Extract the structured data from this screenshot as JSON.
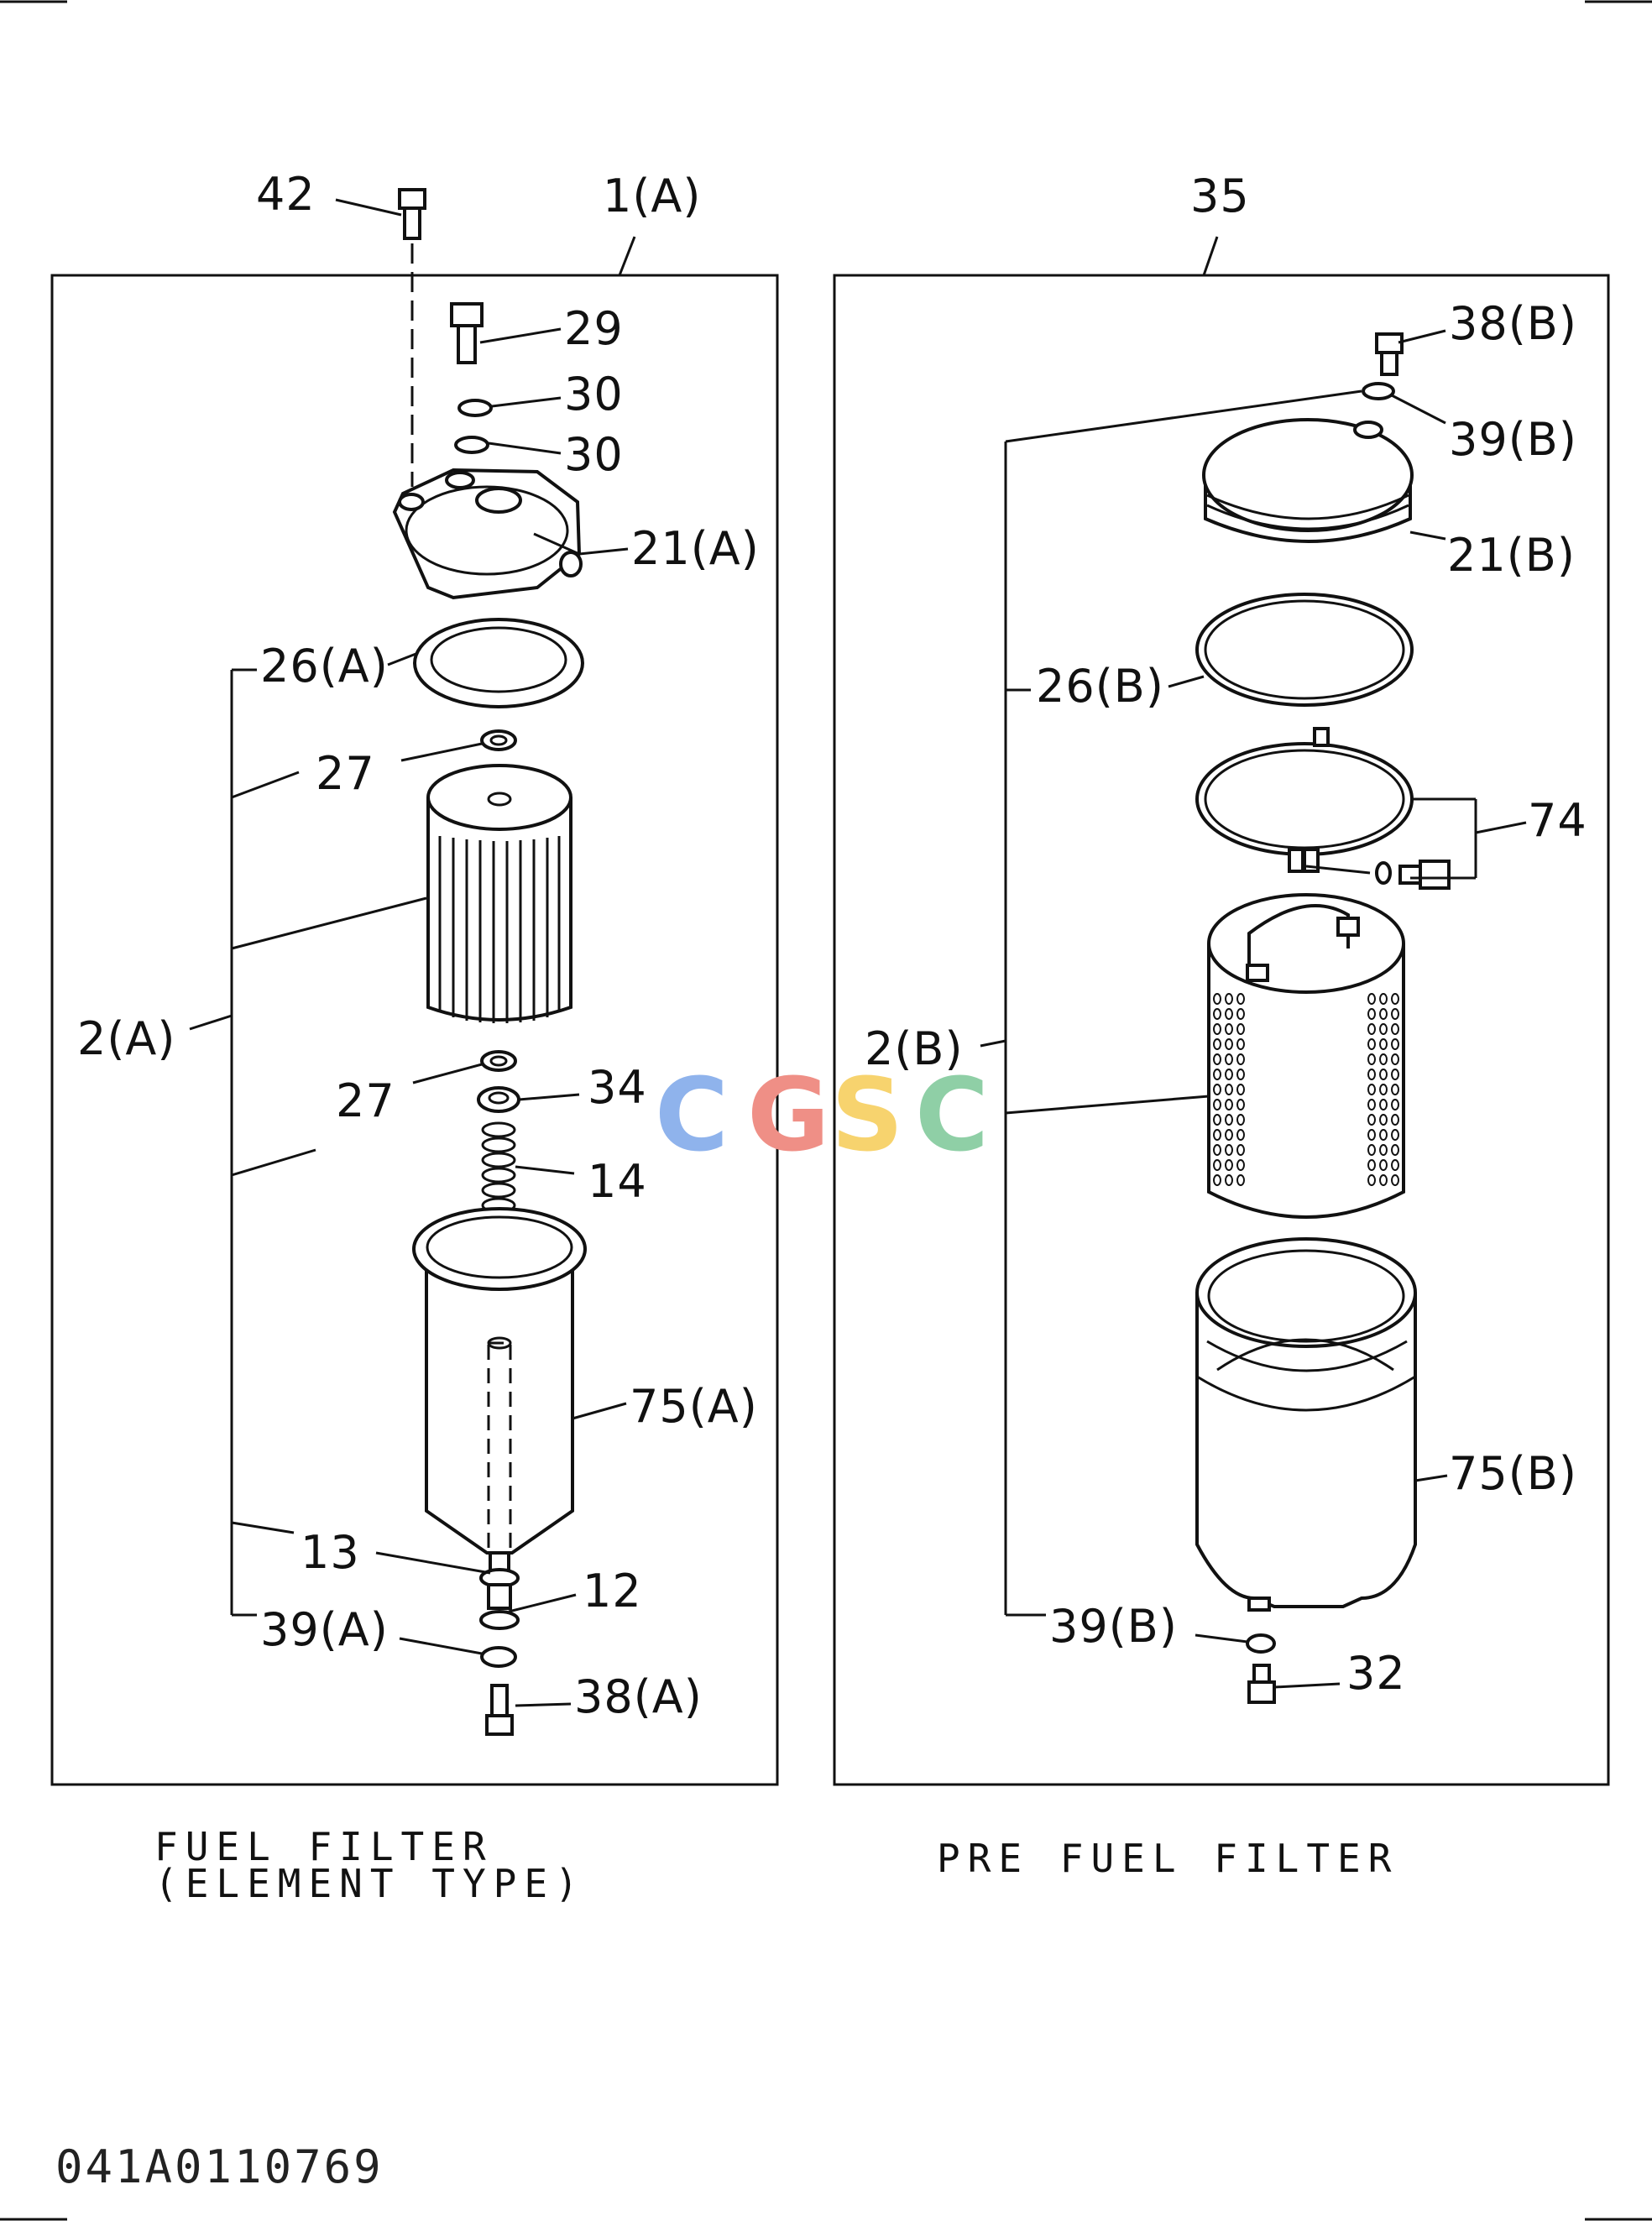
{
  "watermark": {
    "letters": [
      "C",
      "G",
      "S",
      "C"
    ],
    "colors": [
      "#8fb3ec",
      "#ef8f86",
      "#f7d36e",
      "#8fcfa6"
    ]
  },
  "drawing_code": "041A0110769",
  "left_panel": {
    "caption_line1": "FUEL FILTER",
    "caption_line2": "(ELEMENT TYPE)",
    "callouts": {
      "p42": "42",
      "p1a": "1(A)",
      "p29": "29",
      "p30a": "30",
      "p30b": "30",
      "p21a": "21(A)",
      "p26a": "26(A)",
      "p27a": "27",
      "p2a": "2(A)",
      "p27b": "27",
      "p34": "34",
      "p14": "14",
      "p75a": "75(A)",
      "p13": "13",
      "p12": "12",
      "p39a": "39(A)",
      "p38a": "38(A)"
    }
  },
  "right_panel": {
    "caption": "PRE FUEL FILTER",
    "callouts": {
      "p35": "35",
      "p38b": "38(B)",
      "p39b_top": "39(B)",
      "p21b": "21(B)",
      "p26b": "26(B)",
      "p74": "74",
      "p2b": "2(B)",
      "p75b": "75(B)",
      "p39b_bot": "39(B)",
      "p32": "32"
    }
  }
}
